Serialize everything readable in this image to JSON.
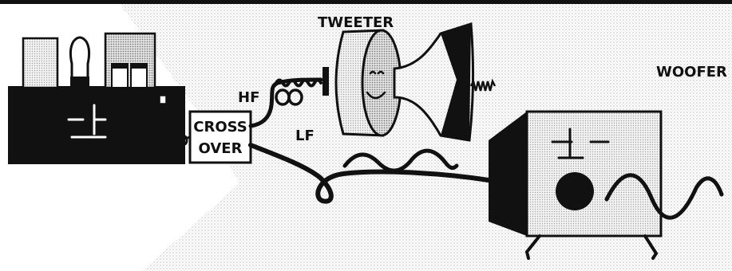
{
  "labels": {
    "tweeter": "TWEETER",
    "woofer": "WOOFER",
    "hf": "HF",
    "lf": "LF",
    "crossover_line1": "CROSS",
    "crossover_line2": "OVER"
  },
  "colors": {
    "ink": "#111111",
    "paper": "#ffffff",
    "dot_light": "#c9c9c9",
    "dot_dark": "#8f8f8f"
  }
}
